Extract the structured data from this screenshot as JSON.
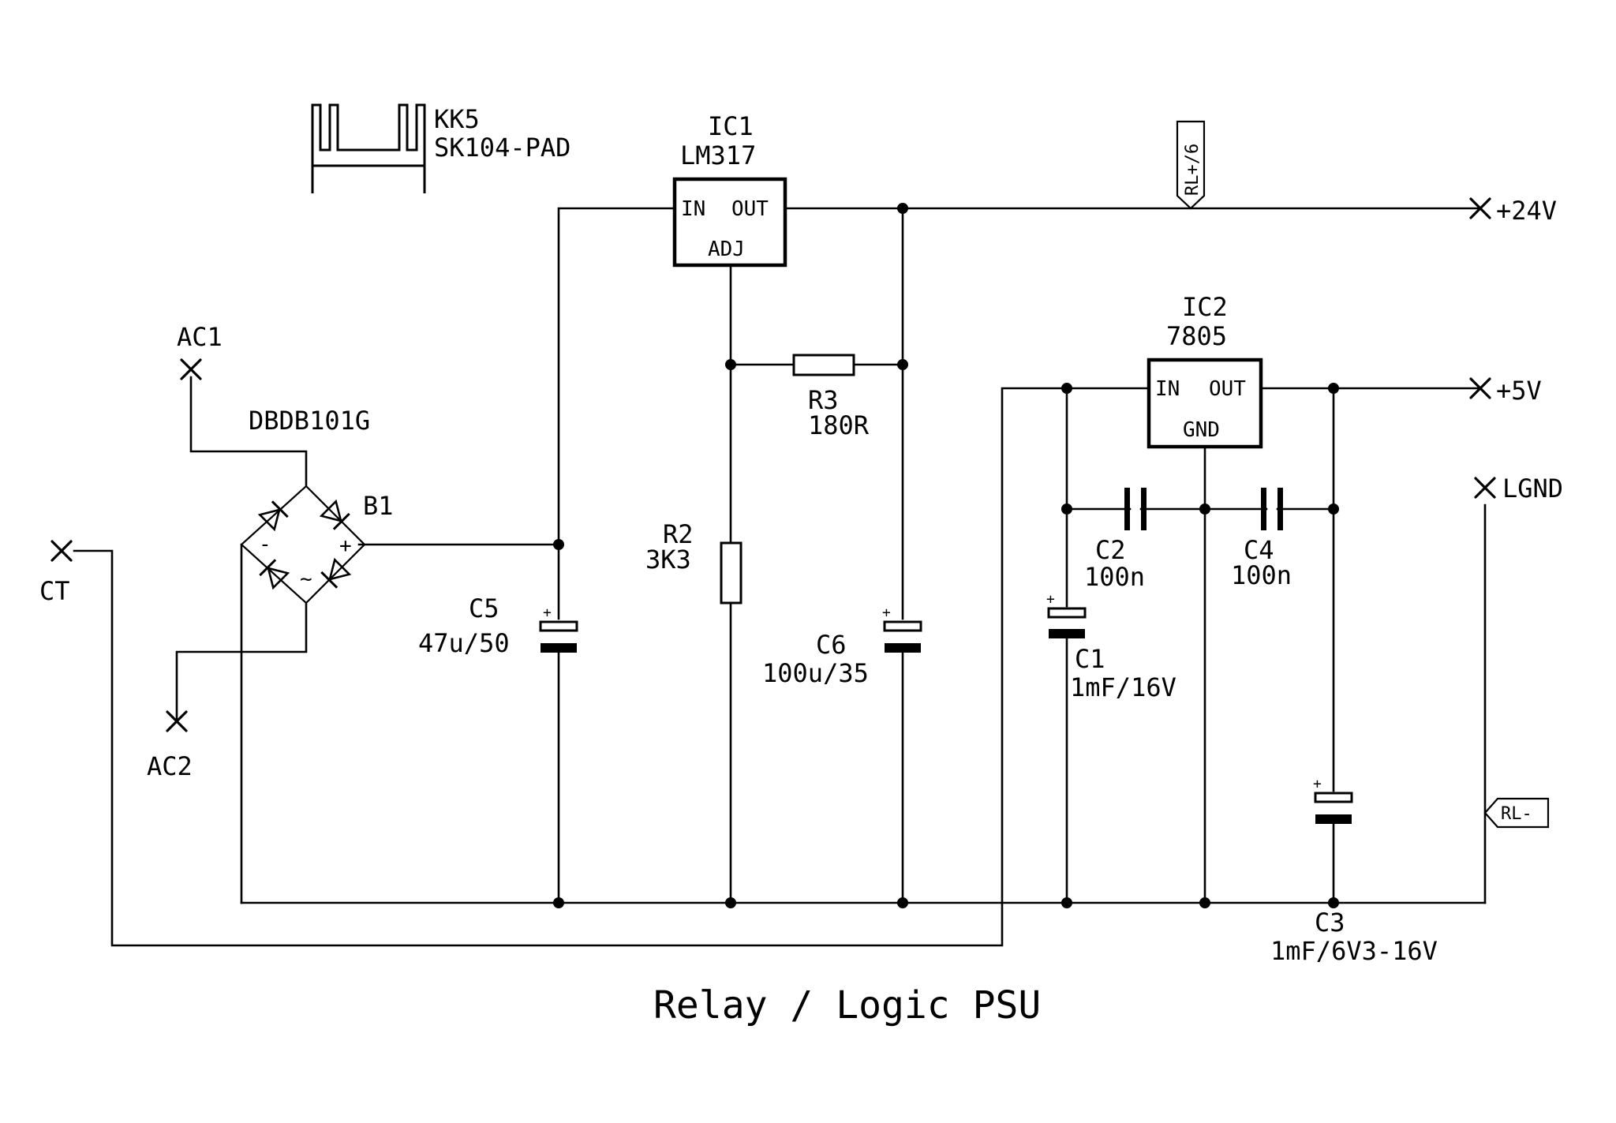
{
  "title": "Relay / Logic PSU",
  "heatsink": {
    "ref": "KK5",
    "value": "SK104-PAD"
  },
  "ic1": {
    "ref": "IC1",
    "value": "LM317",
    "pin_in": "IN",
    "pin_out": "OUT",
    "pin_adj": "ADJ"
  },
  "ic2": {
    "ref": "IC2",
    "value": "7805",
    "pin_in": "IN",
    "pin_out": "OUT",
    "pin_gnd": "GND"
  },
  "bridge": {
    "ref": "B1",
    "value": "DBDB101G",
    "minus": "-",
    "plus": "+",
    "ac": "~"
  },
  "r2": {
    "ref": "R2",
    "value": "3K3"
  },
  "r3": {
    "ref": "R3",
    "value": "180R"
  },
  "c1": {
    "ref": "C1",
    "value": "1mF/16V"
  },
  "c2": {
    "ref": "C2",
    "value": "100n"
  },
  "c3": {
    "ref": "C3",
    "value": "1mF/6V3-16V"
  },
  "c4": {
    "ref": "C4",
    "value": "100n"
  },
  "c5": {
    "ref": "C5",
    "value": "47u/50"
  },
  "c6": {
    "ref": "C6",
    "value": "100u/35"
  },
  "polarity": "+",
  "nets": {
    "ac1": "AC1",
    "ac2": "AC2",
    "ct": "CT",
    "v24": "+24V",
    "v5": "+5V",
    "lgnd": "LGND"
  },
  "flags": {
    "rl_plus": "RL+/6",
    "rl_minus": "RL-"
  }
}
